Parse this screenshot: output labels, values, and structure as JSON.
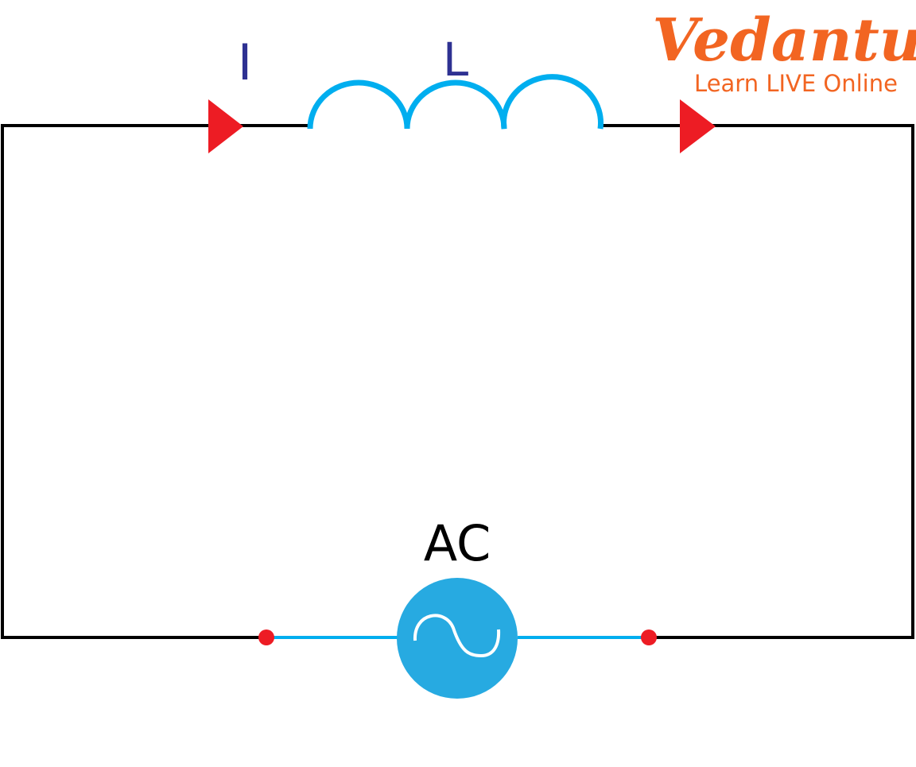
{
  "labels": {
    "current": "I",
    "inductor": "L",
    "source": "AC"
  },
  "logo": {
    "brand": "Vedantu",
    "tagline": "Learn LIVE Online"
  },
  "colors": {
    "wire": "#000000",
    "inductor": "#00aeef",
    "source": "#27aae1",
    "arrow": "#ed1c24",
    "label": "#2e3192",
    "logo": "#f26522"
  }
}
